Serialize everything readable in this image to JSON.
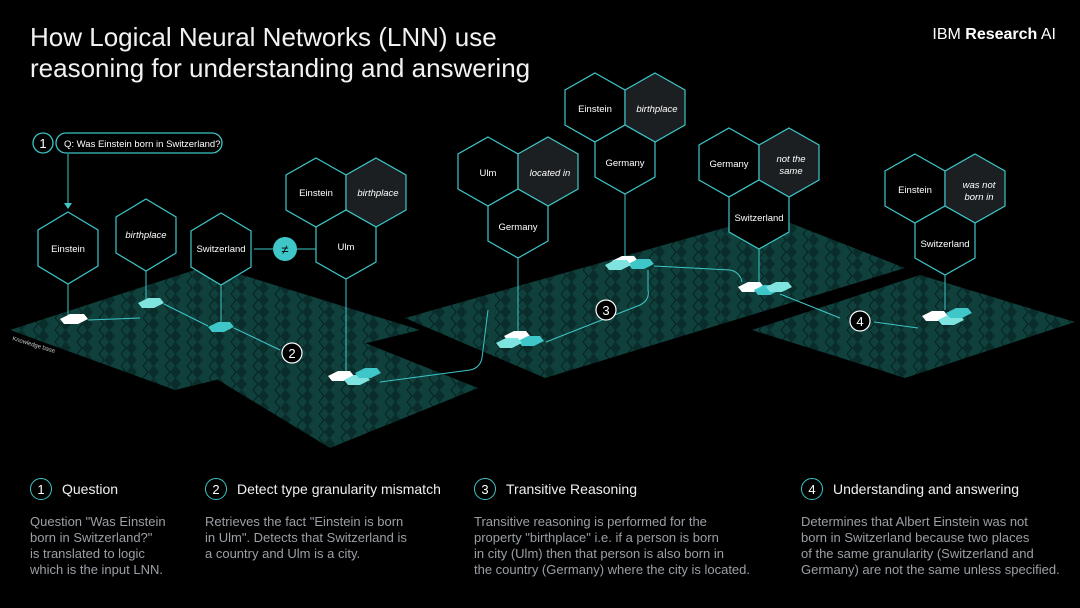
{
  "title": {
    "line1": "How Logical Neural Networks (LNN) use",
    "line2": "reasoning for understanding and answering"
  },
  "brand": {
    "prefix": "IBM ",
    "bold": "Research",
    "suffix": " AI"
  },
  "colors": {
    "accent": "#3ec6c8",
    "board_dark": "#0a2d2b",
    "board_light": "#165b55",
    "text_muted": "#9aa0a6"
  },
  "diagram": {
    "question": {
      "num": "1",
      "text": "Q: Was Einstein born in Switzerland?"
    },
    "kb_label": "Knowledge base",
    "not_equal": "≠",
    "nodes": {
      "einstein": "Einstein",
      "birthplace": "birthplace",
      "switzerland": "Switzerland",
      "s2_a": "Einstein",
      "s2_b": "birthplace",
      "s2_c": "Ulm",
      "s3a_a": "Ulm",
      "s3a_b": "located in",
      "s3a_c": "Germany",
      "s3b_a": "Einstein",
      "s3b_b": "birthplace",
      "s3b_c": "Germany",
      "s4a_a": "Germany",
      "s4a_b1": "not the",
      "s4a_b2": "same",
      "s4a_c": "Switzerland",
      "s4b_a": "Einstein",
      "s4b_b1": "was not",
      "s4b_b2": "born in",
      "s4b_c": "Switzerland"
    },
    "markers": {
      "m2": "2",
      "m3": "3",
      "m4": "4"
    }
  },
  "steps": [
    {
      "num": "1",
      "title": "Question",
      "body": "Question \"Was Einstein\nborn in Switzerland?\"\nis translated to logic\nwhich is the input LNN."
    },
    {
      "num": "2",
      "title": "Detect type granularity mismatch",
      "body": "Retrieves the fact \"Einstein is born\nin Ulm\". Detects that Switzerland is\na country and Ulm is a city."
    },
    {
      "num": "3",
      "title": "Transitive Reasoning",
      "body": "Transitive reasoning is performed for the\nproperty \"birthplace\" i.e. if a person is born\nin city (Ulm) then that person is also born in\nthe country (Germany) where the city is located."
    },
    {
      "num": "4",
      "title": "Understanding and answering",
      "body": "Determines that Albert Einstein was not\nborn in Switzerland because two places\nof the same granularity (Switzerland and\nGermany) are not the same unless specified."
    }
  ]
}
